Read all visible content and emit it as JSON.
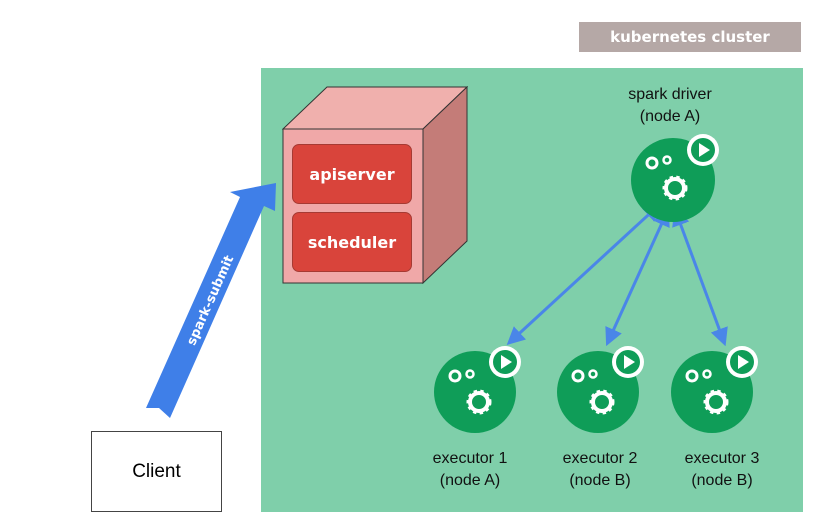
{
  "cluster": {
    "label": "kubernetes cluster",
    "color": "#7fcfaa",
    "label_bg": "#b5a8a6"
  },
  "control_plane": {
    "components": [
      "apiserver",
      "scheduler"
    ],
    "component_color": "#d9443b",
    "box_front": "#f0a8a8",
    "box_top": "#f0b0ad",
    "box_side": "#c47c78"
  },
  "client": {
    "label": "Client"
  },
  "submit_arrow": {
    "label": "spark-submit",
    "color": "#3f7fe8"
  },
  "driver": {
    "line1": "spark driver",
    "line2": "(node A)",
    "icon": "spark-pod-icon"
  },
  "executors": [
    {
      "line1": "executor 1",
      "line2": "(node A)",
      "icon": "spark-pod-icon"
    },
    {
      "line1": "executor 2",
      "line2": "(node B)",
      "icon": "spark-pod-icon"
    },
    {
      "line1": "executor 3",
      "line2": "(node B)",
      "icon": "spark-pod-icon"
    }
  ],
  "pod_color": "#0f9d58",
  "connection_color": "#4a86e8"
}
